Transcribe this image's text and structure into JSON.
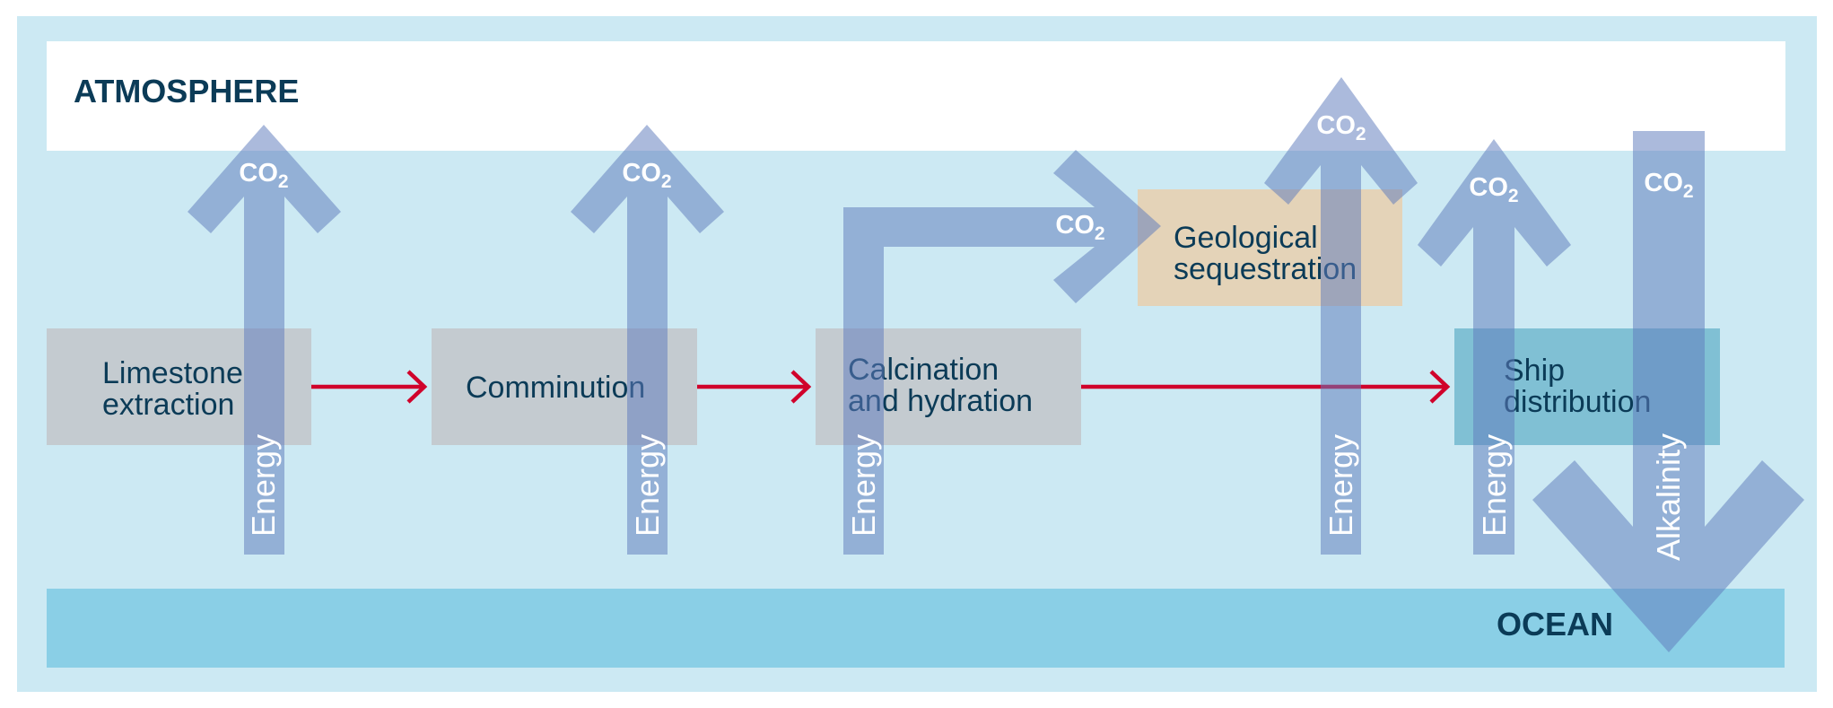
{
  "diagram": {
    "colors": {
      "background": "#cce9f3",
      "atmosphere": "#ffffff",
      "ocean": "#8acfe6",
      "process_box": "#c4cbd0",
      "sequestration_box": "#e4d3b8",
      "ship_box": "#80c0d4",
      "flow_arrow": "#d0022b",
      "text": "#0b3b57",
      "transfer_arrow": "#617dbd"
    },
    "zones": {
      "atmosphere": "ATMOSPHERE",
      "ocean": "OCEAN"
    },
    "processes": [
      {
        "id": "limestone-extraction",
        "lines": [
          "Limestone",
          "extraction"
        ]
      },
      {
        "id": "comminution",
        "lines": [
          "Comminution"
        ]
      },
      {
        "id": "calcination-hydration",
        "lines": [
          "Calcination",
          "and hydration"
        ]
      },
      {
        "id": "geological-sequestration",
        "lines": [
          "Geological",
          "sequestration"
        ]
      },
      {
        "id": "ship-distribution",
        "lines": [
          "Ship",
          "distribution"
        ]
      }
    ],
    "flows": [
      {
        "from": "limestone-extraction",
        "to": "comminution"
      },
      {
        "from": "comminution",
        "to": "calcination-hydration"
      },
      {
        "from": "calcination-hydration",
        "to": "ship-distribution"
      }
    ],
    "co2": {
      "main": "CO",
      "sub": "2"
    },
    "energy_label": "Energy",
    "alkalinity_label": "Alkalinity",
    "transfers": [
      {
        "source": "limestone-extraction",
        "input": "Energy",
        "output": "CO2",
        "to": "atmosphere"
      },
      {
        "source": "comminution",
        "input": "Energy",
        "output": "CO2",
        "to": "atmosphere"
      },
      {
        "source": "calcination-hydration",
        "input": "Energy",
        "output": "CO2",
        "to": "geological-sequestration"
      },
      {
        "source": "geological-sequestration",
        "input": "Energy",
        "output": "CO2",
        "to": "atmosphere"
      },
      {
        "source": "ship-distribution",
        "input": "Energy",
        "output": "CO2",
        "to": "atmosphere"
      },
      {
        "source": "atmosphere",
        "input": "CO2",
        "output": "Alkalinity",
        "to": "ocean"
      }
    ]
  }
}
